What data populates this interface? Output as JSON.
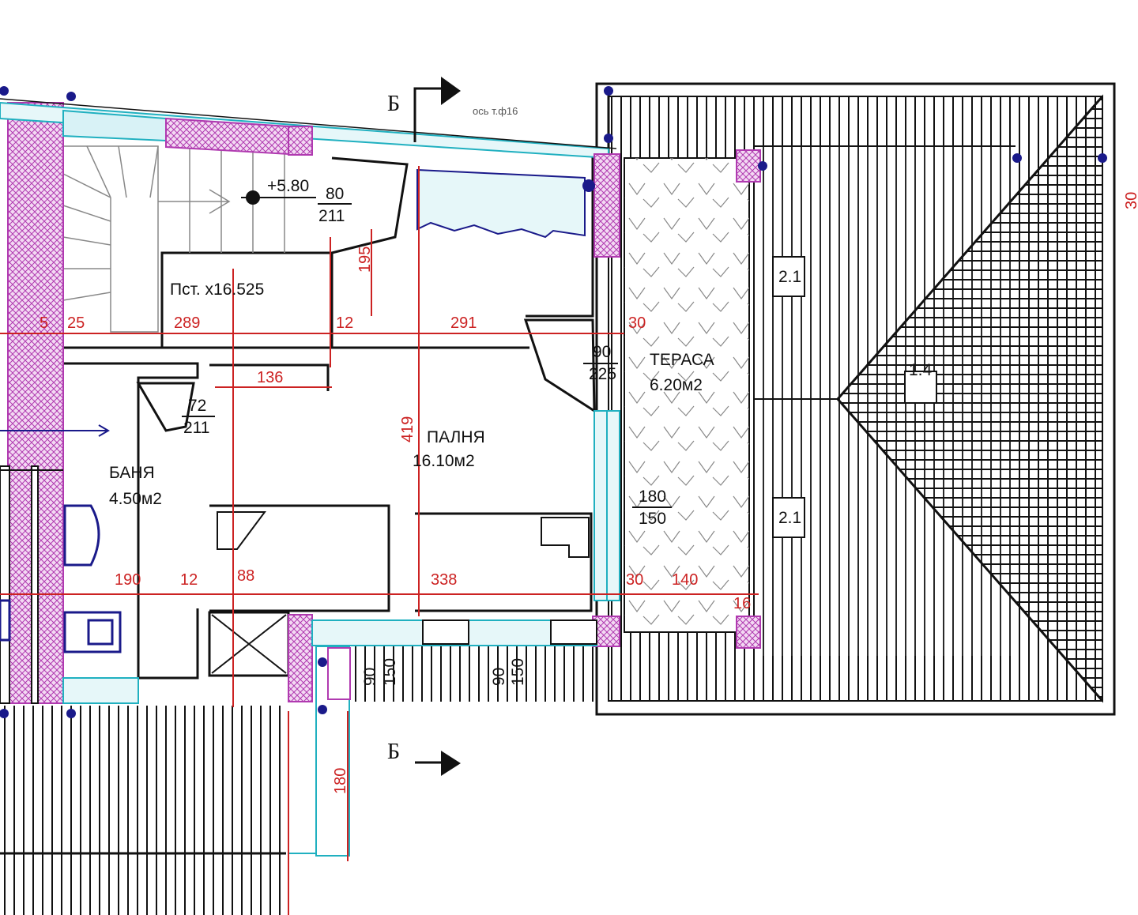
{
  "rooms": {
    "bath": {
      "name": "БАНЯ",
      "area": "4.50м2"
    },
    "bedroom": {
      "name": "ПАЛНЯ",
      "area": "16.10м2"
    },
    "terrace": {
      "name": "ТЕРАСА",
      "area": "6.20м2"
    }
  },
  "stair_label": "Пст. х16.525",
  "level_mark": "+5.80",
  "section": {
    "top": "Б",
    "bottom": "Б"
  },
  "openings": {
    "o1": {
      "w": "80",
      "h": "211"
    },
    "o2": {
      "w": "72",
      "h": "211"
    },
    "o3": {
      "w": "90",
      "h": "225"
    },
    "o4": {
      "w": "180",
      "h": "150"
    },
    "o5": {
      "w": "90",
      "h": "150"
    },
    "o6": {
      "w": "90",
      "h": "150"
    }
  },
  "dims": {
    "d195": "195",
    "d25": "25",
    "d5": "5",
    "d289": "289",
    "d12a": "12",
    "d291": "291",
    "d30a": "30",
    "d136": "136",
    "d419": "419",
    "d190": "190",
    "d12b": "12",
    "d88": "88",
    "d338": "338",
    "d30b": "30",
    "d140": "140",
    "d16": "16",
    "d180v": "180",
    "d30c": "30"
  },
  "roof_marks": {
    "r1": "2.1",
    "r2": "1.4",
    "r3": "2.1"
  },
  "axis_note": "ось т.ф16",
  "colors": {
    "wall": "#b03ab0",
    "glass": "#20b0c0",
    "dimension": "#cc2222",
    "line": "#111111"
  }
}
